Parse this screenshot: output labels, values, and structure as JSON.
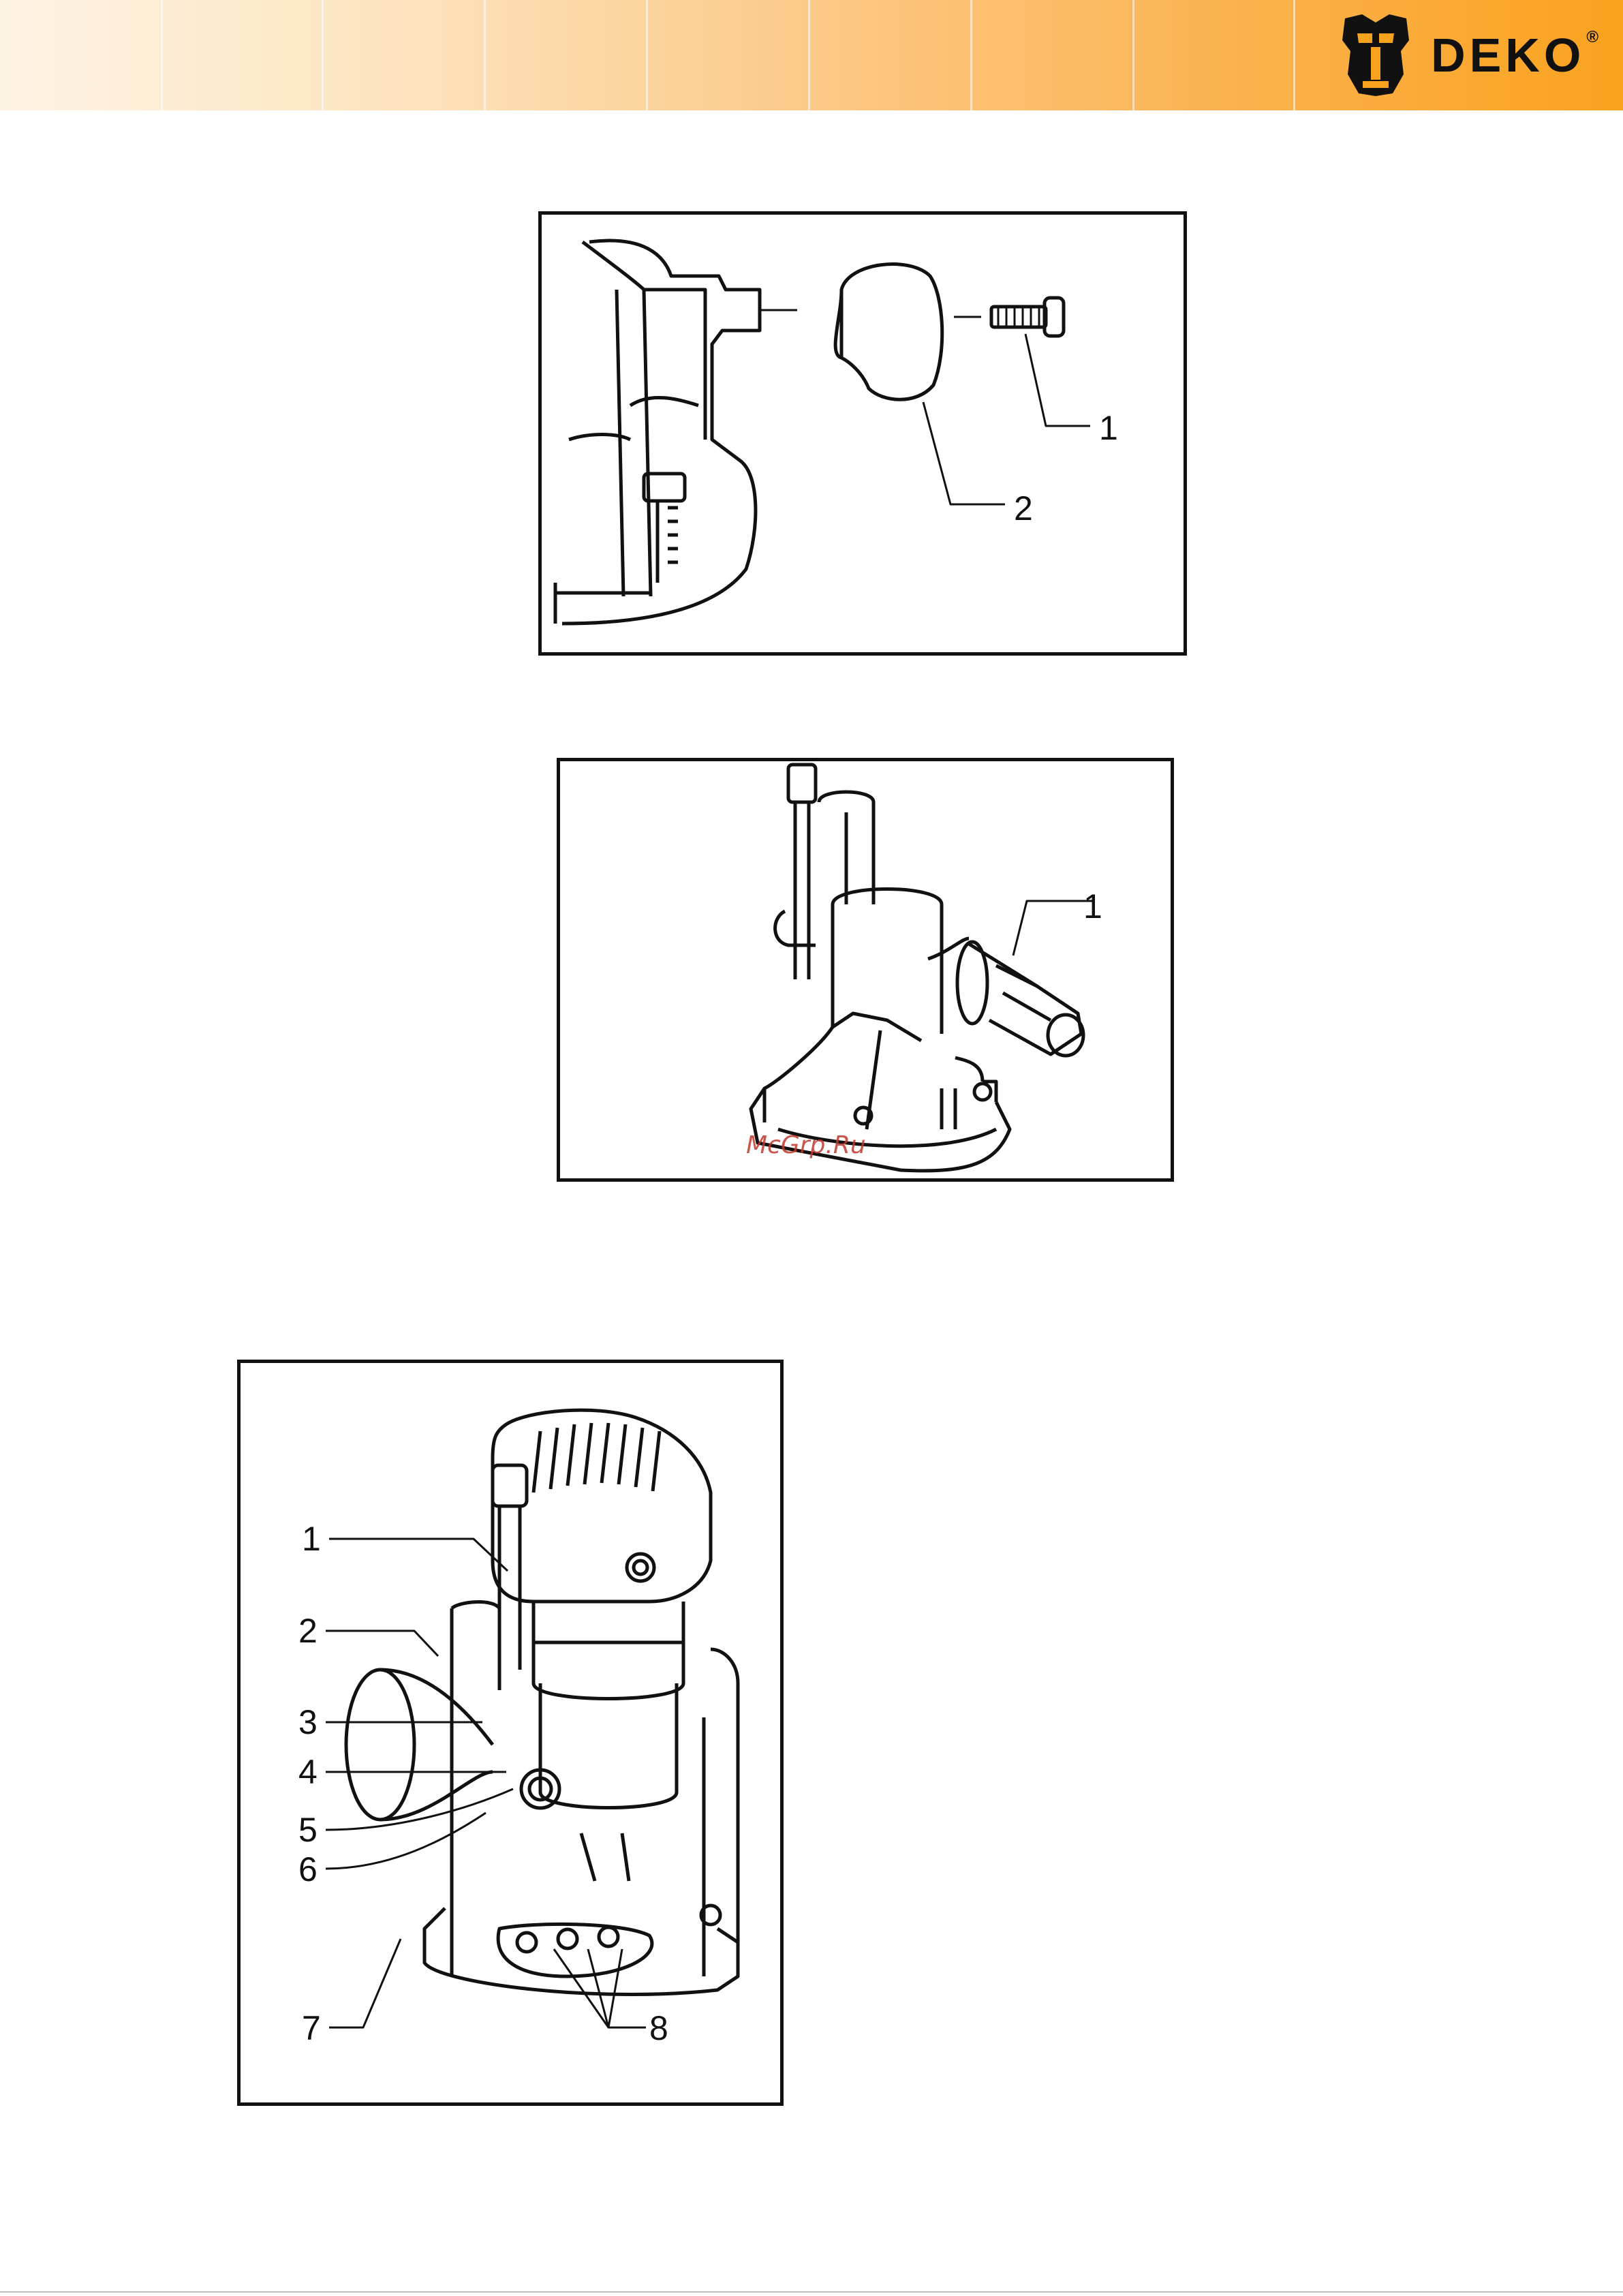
{
  "header": {
    "brand": "DEKO",
    "reg_mark": "®",
    "logo_icon": "deko-robot-mask-logo",
    "colors": {
      "start": "#fdf3e4",
      "end": "#f9a21e"
    }
  },
  "figures": [
    {
      "callouts": [
        "1",
        "2"
      ]
    },
    {
      "callouts": [
        "1"
      ]
    },
    {
      "callouts": [
        "1",
        "2",
        "3",
        "4",
        "5",
        "6",
        "7",
        "8"
      ]
    }
  ],
  "watermark": "McGrp.Ru"
}
